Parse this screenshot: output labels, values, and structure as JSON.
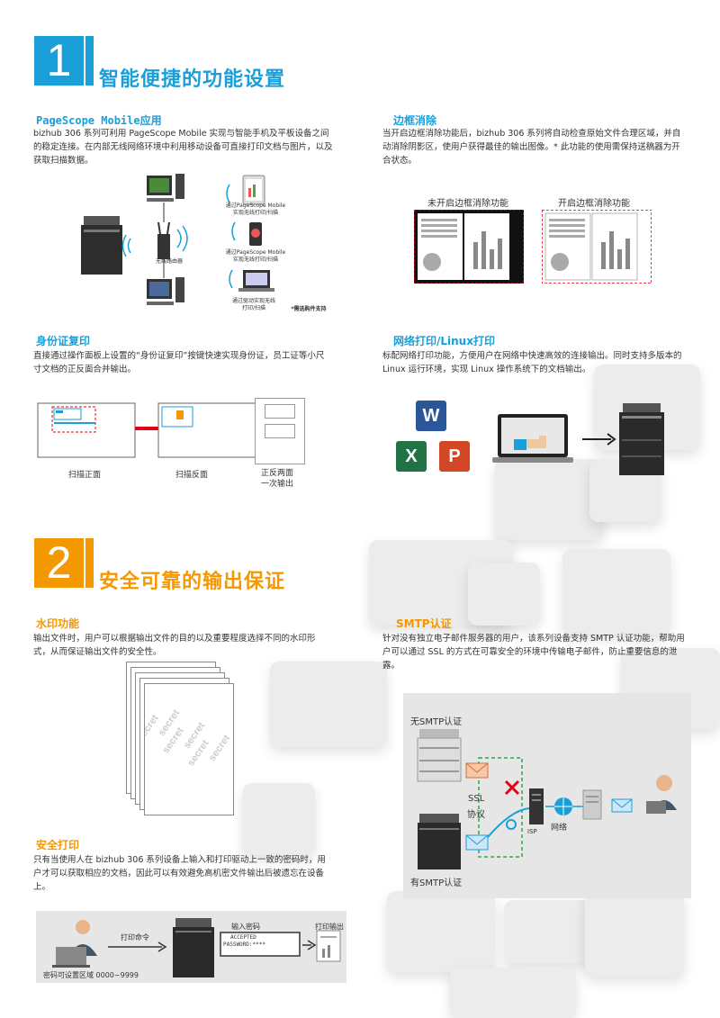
{
  "colors": {
    "blue": "#1a9fd9",
    "orange": "#f39800",
    "red": "#e60012"
  },
  "section1": {
    "number": "1",
    "title": "智能便捷的功能设置"
  },
  "section2": {
    "number": "2",
    "title": "安全可靠的输出保证"
  },
  "pagescope": {
    "heading": "PageScope Mobile应用",
    "text": "bizhub 306 系列可利用 PageScope Mobile 实现与智能手机及平板设备之间的稳定连接。在内部无线网络环境中利用移动设备可直接打印文档与图片，以及获取扫描数据。",
    "router_label": "无线路由器",
    "tablet_label": "通过PageScope Mobile实现无线打印/扫描",
    "phone_label": "通过PageScope Mobile实现无线打印/扫描",
    "laptop_label": "通过驱动实现无线打印/扫描",
    "note": "*需选购件支持"
  },
  "border": {
    "heading": "边框消除",
    "text": "当开启边框消除功能后，bizhub 306 系列将自动检查原始文件合理区域，并自动消除阴影区，使用户获得最佳的输出图像。* 此功能的使用需保持送稿器为开合状态。",
    "label_off": "未开启边框消除功能",
    "label_on": "开启边框消除功能"
  },
  "idcopy": {
    "heading": "身份证复印",
    "text": "直接通过操作面板上设置的“身份证复印”按键快速实现身份证，员工证等小尺寸文档的正反面合并输出。",
    "label_front": "扫描正面",
    "label_back": "扫描反面",
    "label_output": "正反两面一次输出"
  },
  "network": {
    "heading": "网络打印/Linux打印",
    "text": "标配网络打印功能，方便用户在网络中快速高效的连接输出。同时支持多版本的 Linux 运行环境，实现 Linux 操作系统下的文档输出。",
    "word_icon": "W",
    "excel_icon": "X",
    "ppt_icon": "P"
  },
  "watermark": {
    "heading": "水印功能",
    "text": "输出文件时，用户可以根据输出文件的目的以及重要程度选择不同的水印形式，从而保证输出文件的安全性。",
    "stamp": "secret"
  },
  "smtp": {
    "heading": "SMTP认证",
    "text": "针对没有独立电子邮件服务器的用户，该系列设备支持 SMTP 认证功能，帮助用户可以通过 SSL 的方式在可靠安全的环境中传输电子邮件，防止重要信息的泄露。",
    "label_no": "无SMTP认证",
    "label_yes": "有SMTP认证",
    "ssl": "SSL",
    "protocol": "协议",
    "isp": "ISP",
    "net": "网络"
  },
  "secureprint": {
    "heading": "安全打印",
    "text": "只有当使用人在 bizhub 306 系列设备上输入和打印驱动上一致的密码时，用户才可以获取相应的文档，因此可以有效避免高机密文件输出后被遗忘在设备上。",
    "label_cmd": "打印命令",
    "label_pw": "输入密码",
    "accepted": "ACCEPTED",
    "password": "PASSWORD:****",
    "label_out": "打印输出",
    "range": "密码可设置区域 0000~9999"
  }
}
